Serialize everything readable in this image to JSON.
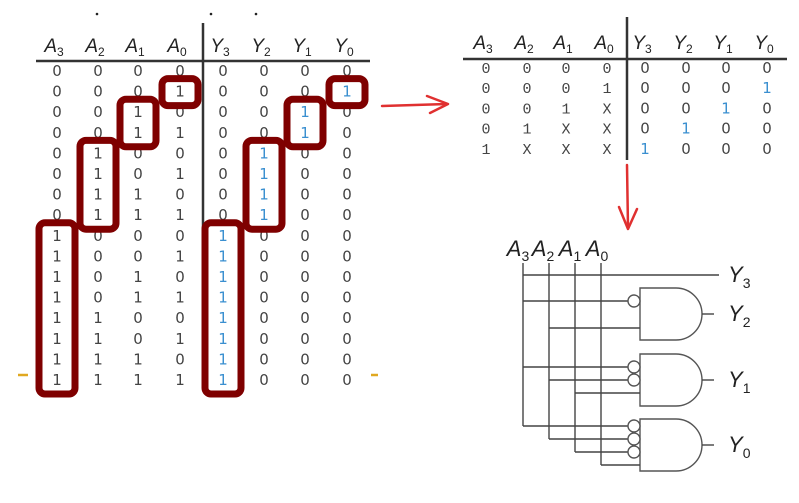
{
  "full_table": {
    "input_headers": [
      {
        "base": "A",
        "sub": "3"
      },
      {
        "base": "A",
        "sub": "2"
      },
      {
        "base": "A",
        "sub": "1"
      },
      {
        "base": "A",
        "sub": "0"
      }
    ],
    "output_headers": [
      {
        "base": "Y",
        "sub": "3"
      },
      {
        "base": "Y",
        "sub": "2"
      },
      {
        "base": "Y",
        "sub": "1"
      },
      {
        "base": "Y",
        "sub": "0"
      }
    ],
    "rows": [
      {
        "inputs": [
          "0",
          "0",
          "0",
          "0"
        ],
        "outputs": [
          "0",
          "0",
          "0",
          "0"
        ]
      },
      {
        "inputs": [
          "0",
          "0",
          "0",
          "1"
        ],
        "outputs": [
          "0",
          "0",
          "0",
          "1"
        ]
      },
      {
        "inputs": [
          "0",
          "0",
          "1",
          "0"
        ],
        "outputs": [
          "0",
          "0",
          "1",
          "0"
        ]
      },
      {
        "inputs": [
          "0",
          "0",
          "1",
          "1"
        ],
        "outputs": [
          "0",
          "0",
          "1",
          "0"
        ]
      },
      {
        "inputs": [
          "0",
          "1",
          "0",
          "0"
        ],
        "outputs": [
          "0",
          "1",
          "0",
          "0"
        ]
      },
      {
        "inputs": [
          "0",
          "1",
          "0",
          "1"
        ],
        "outputs": [
          "0",
          "1",
          "0",
          "0"
        ]
      },
      {
        "inputs": [
          "0",
          "1",
          "1",
          "0"
        ],
        "outputs": [
          "0",
          "1",
          "0",
          "0"
        ]
      },
      {
        "inputs": [
          "0",
          "1",
          "1",
          "1"
        ],
        "outputs": [
          "0",
          "1",
          "0",
          "0"
        ]
      },
      {
        "inputs": [
          "1",
          "0",
          "0",
          "0"
        ],
        "outputs": [
          "1",
          "0",
          "0",
          "0"
        ]
      },
      {
        "inputs": [
          "1",
          "0",
          "0",
          "1"
        ],
        "outputs": [
          "1",
          "0",
          "0",
          "0"
        ]
      },
      {
        "inputs": [
          "1",
          "0",
          "1",
          "0"
        ],
        "outputs": [
          "1",
          "0",
          "0",
          "0"
        ]
      },
      {
        "inputs": [
          "1",
          "0",
          "1",
          "1"
        ],
        "outputs": [
          "1",
          "0",
          "0",
          "0"
        ]
      },
      {
        "inputs": [
          "1",
          "1",
          "0",
          "0"
        ],
        "outputs": [
          "1",
          "0",
          "0",
          "0"
        ]
      },
      {
        "inputs": [
          "1",
          "1",
          "0",
          "1"
        ],
        "outputs": [
          "1",
          "0",
          "0",
          "0"
        ]
      },
      {
        "inputs": [
          "1",
          "1",
          "1",
          "0"
        ],
        "outputs": [
          "1",
          "0",
          "0",
          "0"
        ]
      },
      {
        "inputs": [
          "1",
          "1",
          "1",
          "1"
        ],
        "outputs": [
          "1",
          "0",
          "0",
          "0"
        ]
      }
    ],
    "highlight_groups": [
      {
        "input_col": 3,
        "output_col": 3,
        "rows": [
          1,
          1
        ]
      },
      {
        "input_col": 2,
        "output_col": 2,
        "rows": [
          2,
          3
        ]
      },
      {
        "input_col": 1,
        "output_col": 1,
        "rows": [
          4,
          7
        ]
      },
      {
        "input_col": 0,
        "output_col": 0,
        "rows": [
          8,
          15
        ]
      }
    ],
    "highlight_color": "#7f0000",
    "active_output_color": "#3a8fd0"
  },
  "reduced_table": {
    "input_headers": [
      {
        "base": "A",
        "sub": "3"
      },
      {
        "base": "A",
        "sub": "2"
      },
      {
        "base": "A",
        "sub": "1"
      },
      {
        "base": "A",
        "sub": "0"
      }
    ],
    "output_headers": [
      {
        "base": "Y",
        "sub": "3"
      },
      {
        "base": "Y",
        "sub": "2"
      },
      {
        "base": "Y",
        "sub": "1"
      },
      {
        "base": "Y",
        "sub": "0"
      }
    ],
    "rows": [
      {
        "inputs": [
          "0",
          "0",
          "0",
          "0"
        ],
        "outputs": [
          "0",
          "0",
          "0",
          "0"
        ]
      },
      {
        "inputs": [
          "0",
          "0",
          "0",
          "1"
        ],
        "outputs": [
          "0",
          "0",
          "0",
          "1"
        ]
      },
      {
        "inputs": [
          "0",
          "0",
          "1",
          "X"
        ],
        "outputs": [
          "0",
          "0",
          "1",
          "0"
        ]
      },
      {
        "inputs": [
          "0",
          "1",
          "X",
          "X"
        ],
        "outputs": [
          "0",
          "1",
          "0",
          "0"
        ]
      },
      {
        "inputs": [
          "1",
          "X",
          "X",
          "X"
        ],
        "outputs": [
          "1",
          "0",
          "0",
          "0"
        ]
      }
    ]
  },
  "circuit": {
    "inputs": [
      {
        "base": "A",
        "sub": "3"
      },
      {
        "base": "A",
        "sub": "2"
      },
      {
        "base": "A",
        "sub": "1"
      },
      {
        "base": "A",
        "sub": "0"
      }
    ],
    "outputs": [
      {
        "base": "Y",
        "sub": "3",
        "type": "wire",
        "from": [
          "A3"
        ]
      },
      {
        "base": "Y",
        "sub": "2",
        "type": "AND",
        "from": [
          "~A3",
          "A2"
        ]
      },
      {
        "base": "Y",
        "sub": "1",
        "type": "AND",
        "from": [
          "~A3",
          "~A2",
          "A1"
        ]
      },
      {
        "base": "Y",
        "sub": "0",
        "type": "AND",
        "from": [
          "~A3",
          "~A2",
          "~A1",
          "A0"
        ]
      }
    ]
  },
  "arrows": [
    {
      "name": "full-to-reduced",
      "direction": "right",
      "color": "#e03030"
    },
    {
      "name": "reduced-to-circuit",
      "direction": "down",
      "color": "#e03030"
    }
  ]
}
